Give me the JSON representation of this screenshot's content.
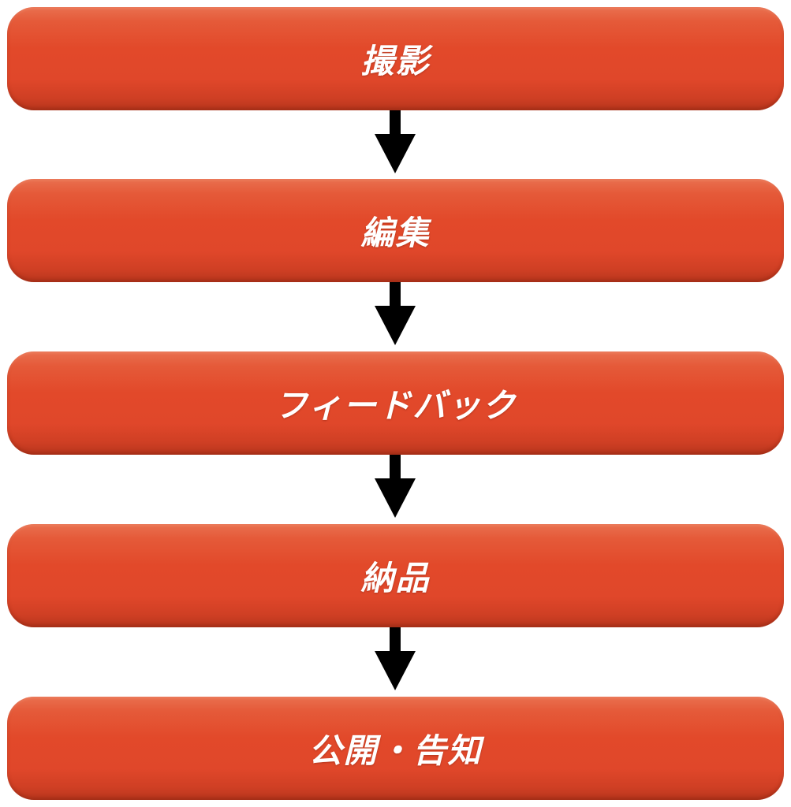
{
  "steps": [
    {
      "label": "撮影"
    },
    {
      "label": "編集"
    },
    {
      "label": "フィードバック"
    },
    {
      "label": "納品"
    },
    {
      "label": "公開・告知"
    }
  ],
  "colors": {
    "step_fill": "#e2492a",
    "step_text": "#ffffff",
    "arrow": "#000000",
    "background": "#ffffff"
  },
  "icons": {
    "connector": "down-arrow-icon"
  }
}
